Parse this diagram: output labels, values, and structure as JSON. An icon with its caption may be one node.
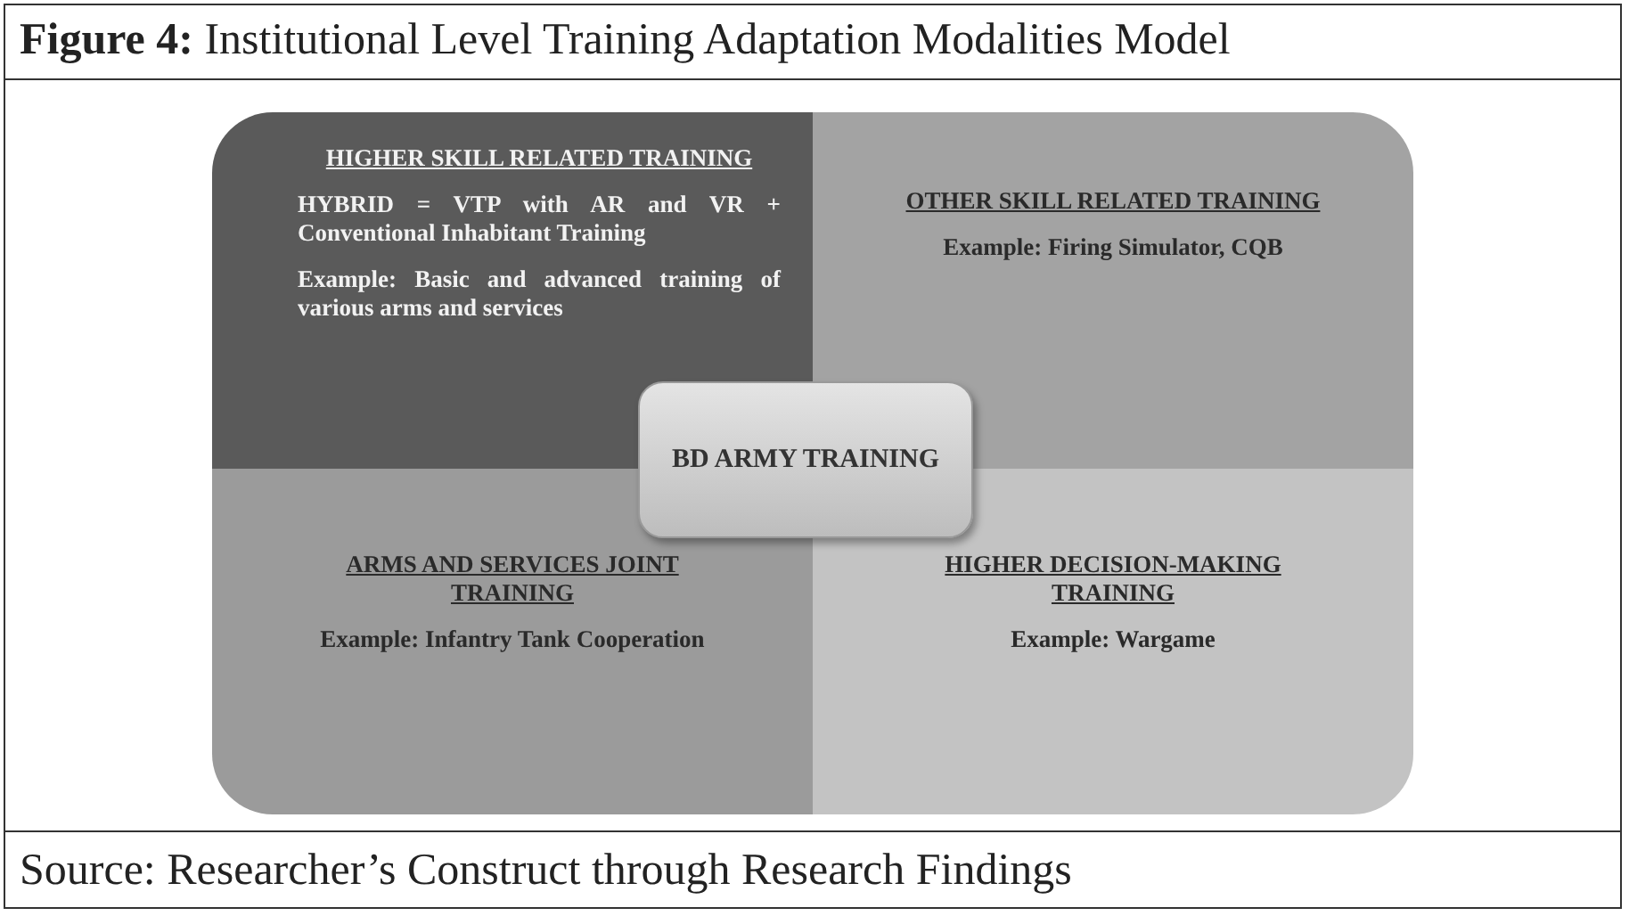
{
  "diagram": {
    "title": "**Figure 4:** Institutional Level Training Adaptation Modalities Model",
    "caption": "Source: Researcher’s Construct through Research Findings",
    "nodes": [
      {
        "text": [
          "HIGHER SKILL RELATED TRAINING",
          "HYBRID = VTP with AR and VR + Conventional Inhabitant Training",
          "Example: Basic and advanced training of various arms and services"
        ]
      },
      {
        "text": [
          "OTHER SKILL RELATED TRAINING",
          "Example: Firing Simulator, CQB"
        ]
      },
      {
        "text": [
          "ARMS AND SERVICES JOINT TRAINING",
          "Example: Infantry Tank Cooperation"
        ]
      },
      {
        "text": [
          "HIGHER DECISION-MAKING TRAINING",
          "Example: Wargame"
        ]
      },
      {
        "text": [
          "BD ARMY TRAINING"
        ]
      }
    ],
    "edges": []
  }
}
